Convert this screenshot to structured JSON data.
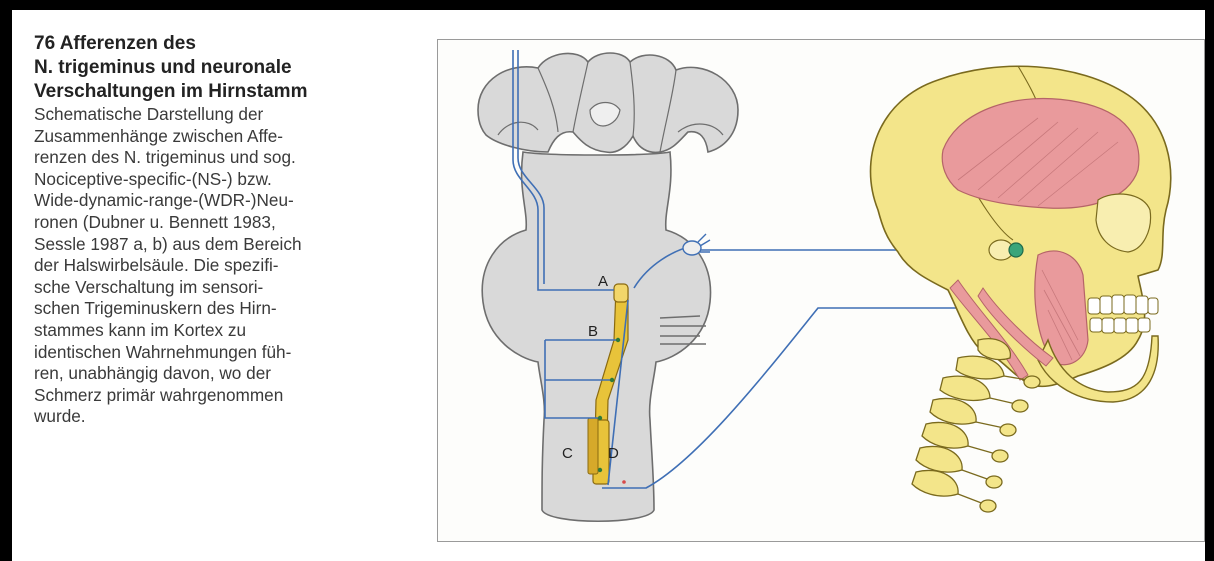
{
  "figure": {
    "number": "76",
    "title_lines": [
      "76  Afferenzen des",
      "N. trigeminus und neuronale",
      "Verschaltungen im Hirnstamm"
    ]
  },
  "caption_lines": [
    "Schematische Darstellung der",
    "Zusammenhänge zwischen Affe-",
    "renzen des N. trigeminus und sog.",
    "Nociceptive-specific-(NS-) bzw.",
    "Wide-dynamic-range-(WDR-)Neu-",
    "ronen (Dubner u. Bennett 1983,",
    "Sessle 1987 a, b) aus dem Bereich",
    "der Halswirbelsäule. Die spezifi-",
    "sche Verschaltung im sensori-",
    "schen Trigeminuskern des Hirn-",
    "stammes kann im Kortex zu",
    "identischen Wahrnehmungen füh-",
    "ren, unabhängig davon, wo der",
    "Schmerz primär wahrgenommen",
    "wurde."
  ],
  "diagram_labels": {
    "a": "A",
    "b": "B",
    "c": "C",
    "d": "D"
  },
  "colors": {
    "brainstem": "#d9d9d9",
    "brainstem_stroke": "#6e6e6e",
    "nerve_line": "#3f6fb5",
    "nucleus": "#e8c33a",
    "bone": "#f3e58a",
    "bone_stroke": "#7a6a1e",
    "muscle": "#e99a9c",
    "ganglion": "#3aa57a"
  }
}
